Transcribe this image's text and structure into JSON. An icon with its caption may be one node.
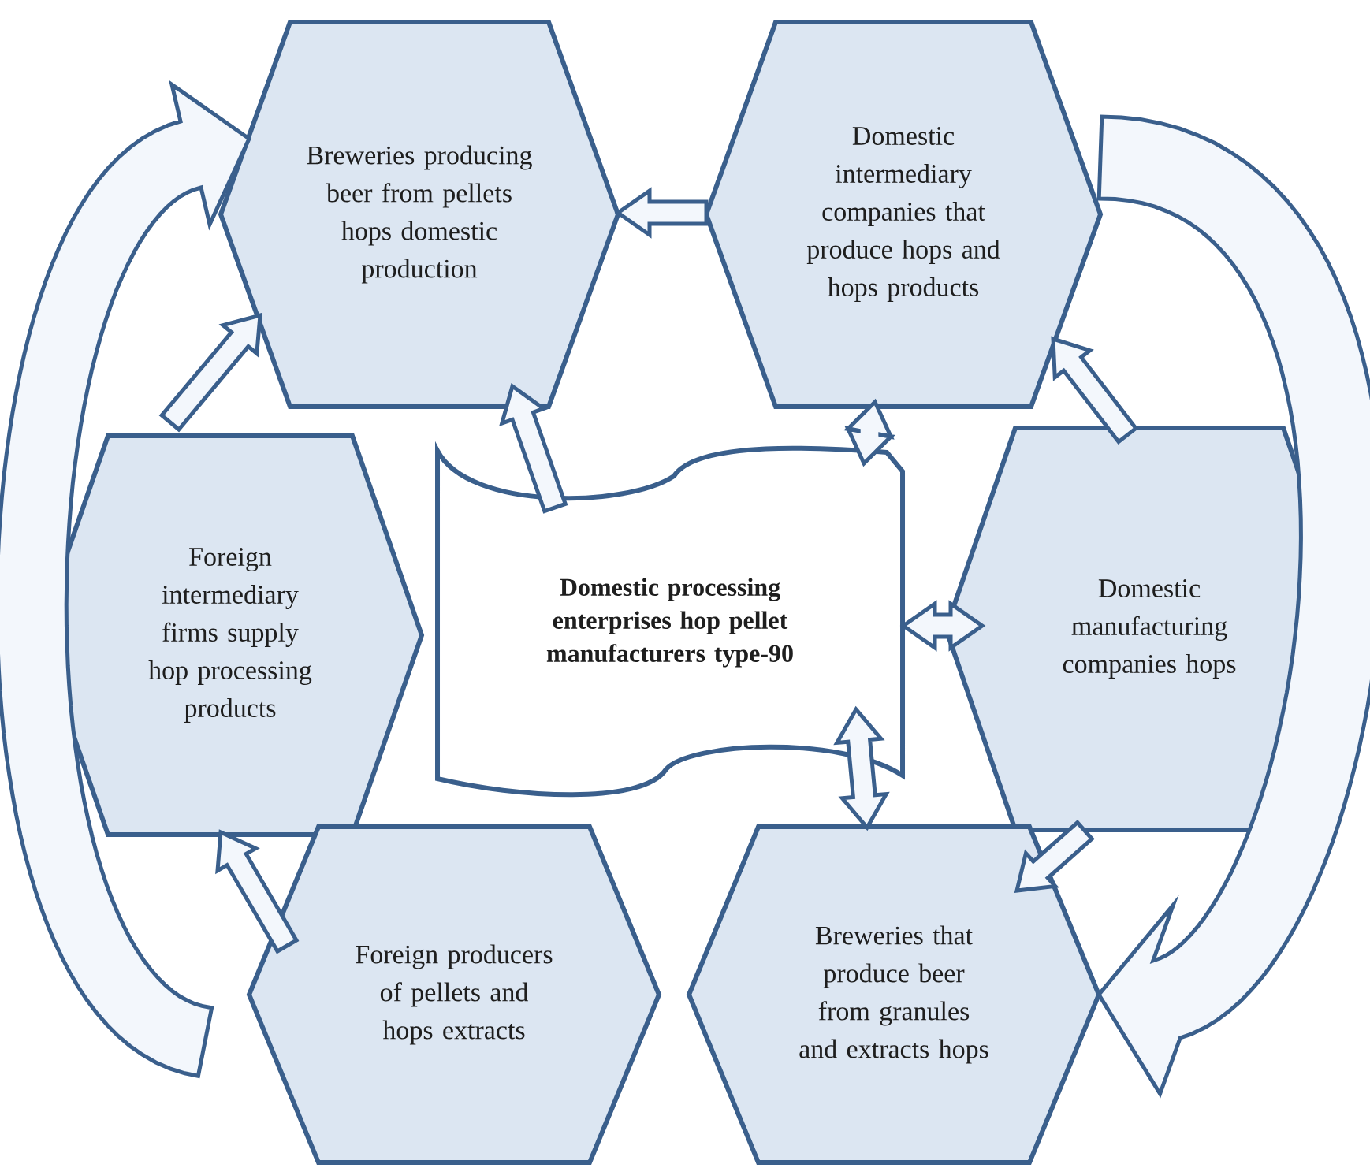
{
  "diagram": {
    "nodes": [
      {
        "text": [
          "Breweries producing beer from pellets hops domestic production"
        ]
      },
      {
        "text": [
          "Domestic intermediary companies that produce hops and hops products"
        ]
      },
      {
        "text": [
          "Foreign intermediary firms supply hop processing products"
        ]
      },
      {
        "text": [
          "Domestic processing enterprises hop pellet manufacturers type-90"
        ]
      },
      {
        "text": [
          "Domestic manufacturing companies hops"
        ]
      },
      {
        "text": [
          "Foreign producers of pellets and hops extracts"
        ]
      },
      {
        "text": [
          "Breweries that produce beer from granules and extracts hops"
        ]
      }
    ],
    "edges": [
      {
        "from": 1,
        "to": 0,
        "arrow": "to"
      },
      {
        "from": 3,
        "to": 0,
        "arrow": "to"
      },
      {
        "from": 2,
        "to": 0,
        "arrow": "to"
      },
      {
        "from": 3,
        "to": 1,
        "arrow": "both"
      },
      {
        "from": 4,
        "to": 1,
        "arrow": "to"
      },
      {
        "from": 3,
        "to": 4,
        "arrow": "both"
      },
      {
        "from": 3,
        "to": 6,
        "arrow": "both"
      },
      {
        "from": 4,
        "to": 6,
        "arrow": "to"
      },
      {
        "from": 5,
        "to": 2,
        "arrow": "to"
      },
      {
        "from": null,
        "to": 0,
        "arrow": "to"
      },
      {
        "from": 1,
        "to": 6,
        "arrow": "to"
      }
    ]
  }
}
